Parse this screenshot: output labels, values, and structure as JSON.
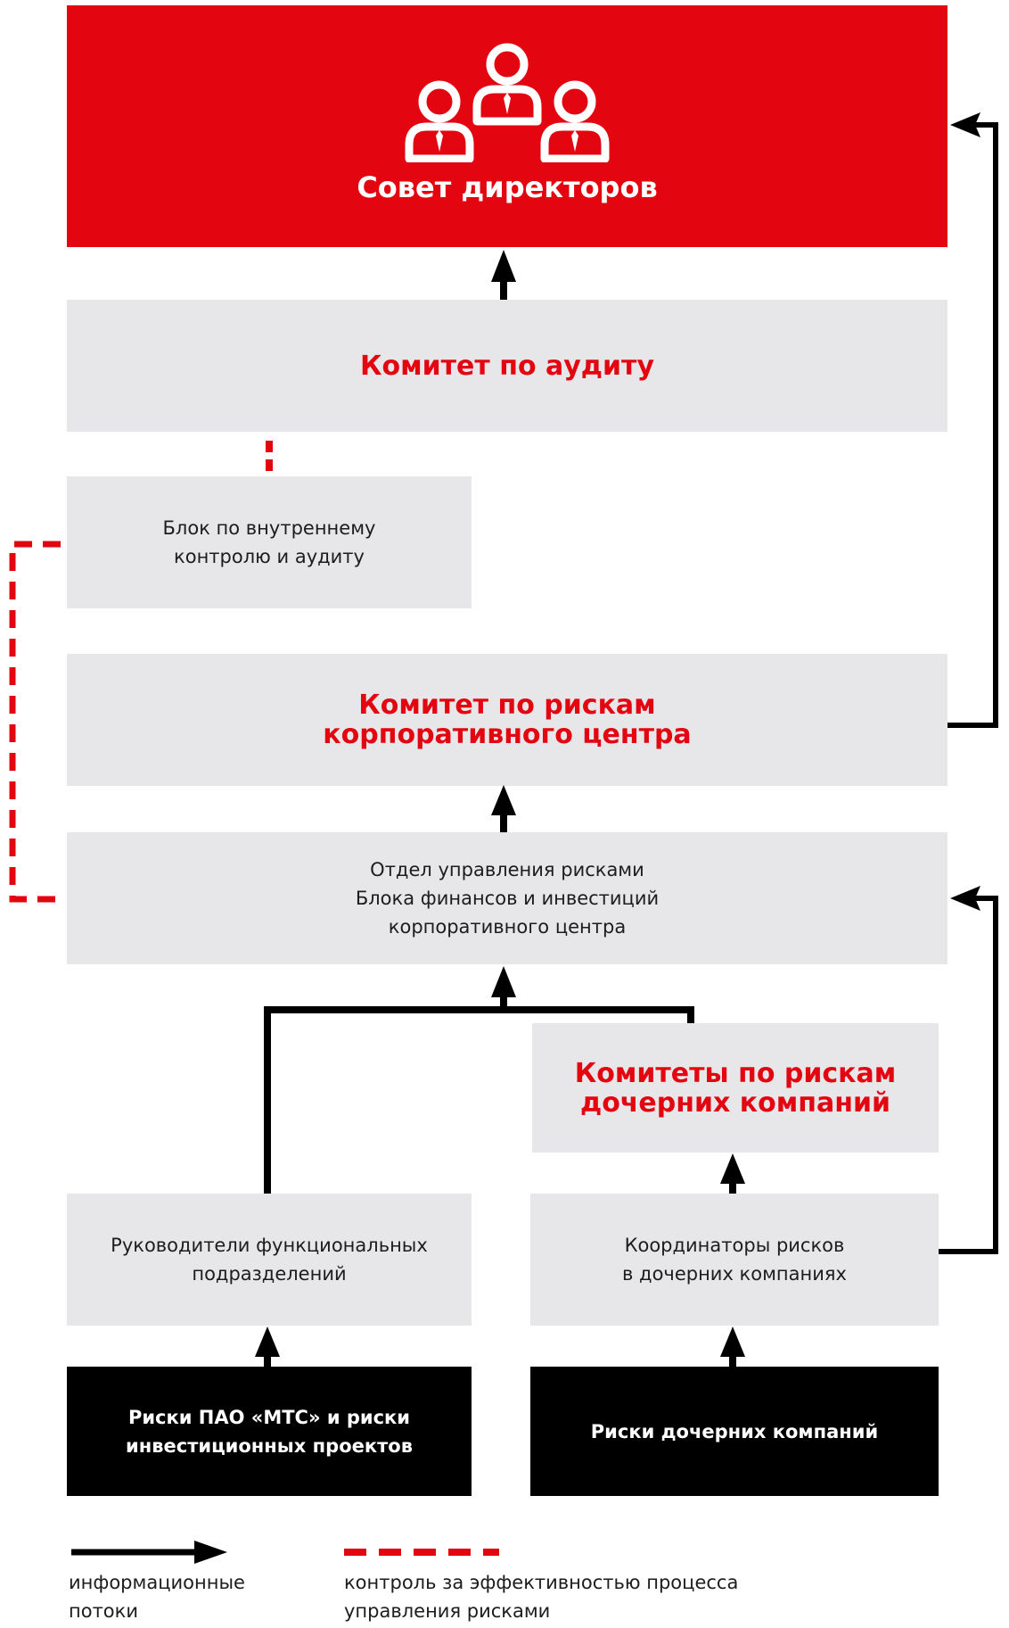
{
  "colors": {
    "accent": "#e30611",
    "box": "#e7e7ea",
    "dark": "#000000"
  },
  "board": {
    "title": "Совет директоров",
    "icon": "people-icon"
  },
  "audit_committee": {
    "title": "Комитет по аудиту"
  },
  "internal_audit": {
    "text": "Блок по внутреннему\nконтролю и аудиту"
  },
  "risk_committee_cc": {
    "title": "Комитет по рискам\nкорпоративного центра"
  },
  "risk_department": {
    "text": "Отдел управления рисками\nБлока финансов и инвестиций\nкорпоративного центра"
  },
  "subsidiary_committees": {
    "title": "Комитеты по рискам\nдочерних компаний"
  },
  "functional_heads": {
    "text": "Руководители функциональных\nподразделений"
  },
  "subsidiary_coordinators": {
    "text": "Координаторы рисков\nв дочерних компаниях"
  },
  "mts_risks": {
    "text": "Риски ПАО «МТС» и риски\nинвестиционных проектов"
  },
  "subsidiary_risks": {
    "text": "Риски дочерних компаний"
  },
  "legend": {
    "info_flows": "информационные\nпотоки",
    "control": "контроль за эффективностью процесса\nуправления рисками"
  }
}
